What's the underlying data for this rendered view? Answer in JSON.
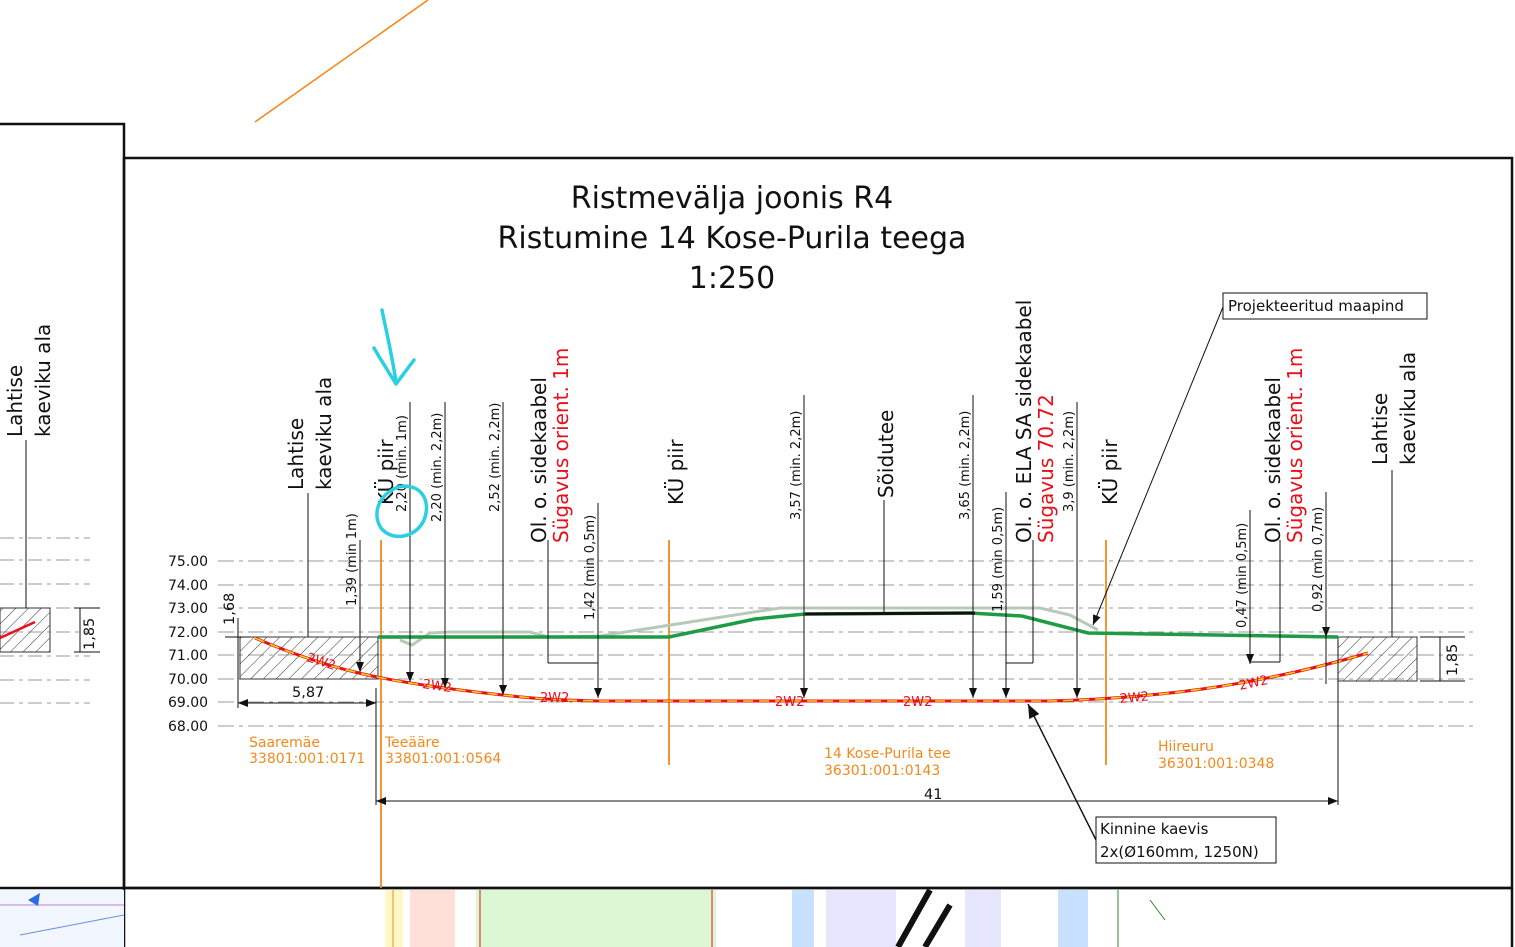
{
  "title": {
    "line1": "Ristmevälja joonis R4",
    "line2": "Ristumine  14 Kose-Purila teega",
    "line3": "1:250"
  },
  "elevations": [
    "75.00",
    "74.00",
    "73.00",
    "72.00",
    "71.00",
    "70.00",
    "69.00",
    "68.00"
  ],
  "vertical_labels": {
    "left_outer_trench": [
      "Lahtise",
      "kaeviku ala"
    ],
    "left_trench": [
      "Lahtise",
      "kaeviku ala"
    ],
    "ku_piir_1": "KÜ piir",
    "ku_piir_2": "KÜ piir",
    "ku_piir_3": "KÜ piir",
    "cable_left": [
      "Ol. o. sidekaabel",
      "Sügavus orient. 1m"
    ],
    "soidutee": "Sõidutee",
    "cable_ela": [
      "Ol. o. ELA SA sidekaabel",
      "Sügavus 70.72"
    ],
    "cable_right": [
      "Ol. o. sidekaabel",
      "Sügavus orient. 1m"
    ],
    "right_trench": [
      "Lahtise",
      "kaeviku ala"
    ]
  },
  "dimensions": {
    "d_168": "1,68",
    "d_139": "1,39 (min 1m)",
    "d_220a": "2,20 (min. 1m)",
    "d_220b": "2,20 (min. 2,2m)",
    "d_252": "2,52 (min. 2,2m)",
    "d_142": "1,42 (min 0,5m)",
    "d_357": "3,57 (min. 2,2m)",
    "d_365": "3,65 (min. 2,2m)",
    "d_159": "1,59 (min 0,5m)",
    "d_39": "3,9 (min. 2,2m)",
    "d_047": "0,47 (min 0,5m)",
    "d_092": "0,92 (min 0,7m)",
    "d_185_left": "1,85",
    "d_185_right": "1,85",
    "d_587": "5,87",
    "d_41": "41"
  },
  "cable_code": "2W2",
  "parcels": [
    {
      "name": "Saaremäe",
      "code": "33801:001:0171"
    },
    {
      "name": "Teeääre",
      "code": "33801:001:0564"
    },
    {
      "name": "14 Kose-Purila tee",
      "code": "36301:001:0143"
    },
    {
      "name": "Hiireuru",
      "code": "36301:001:0348"
    }
  ],
  "callouts": {
    "projected_ground": "Projekteeritud maapind",
    "drilling_line1": "Kinnine kaevis",
    "drilling_line2": "2x(Ø160mm, 1250N)"
  },
  "colors": {
    "ground": "#1f9a45",
    "road": "#111111",
    "cable": "#e8101a",
    "cable_dash": "#f1d21c",
    "boundary": "#f08a1c",
    "annotation": "#2ad0e0"
  }
}
